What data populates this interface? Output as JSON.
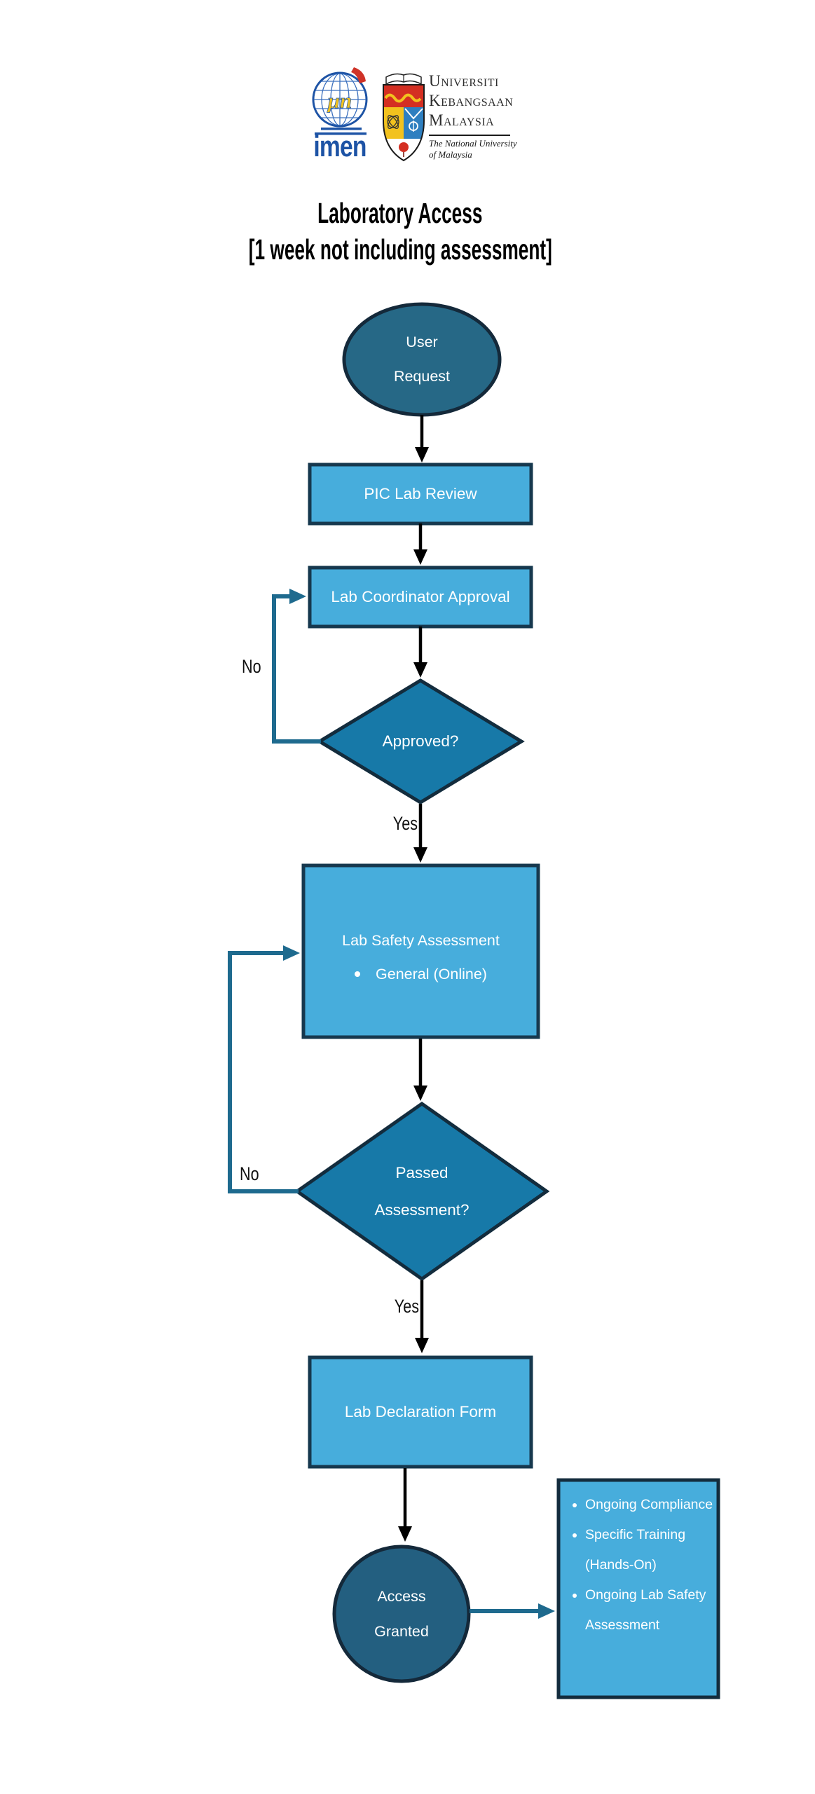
{
  "logo": {
    "imen": {
      "text": "imen",
      "symbol": "μn"
    },
    "university": {
      "line1": "Universiti",
      "line2": "Kebangsaan",
      "line3": "Malaysia",
      "tagline1": "The National University",
      "tagline2": "of Malaysia"
    }
  },
  "title": {
    "line1": "Laboratory Access",
    "line2": "[1 week not including assessment]"
  },
  "nodes": {
    "user_request": {
      "line1": "User",
      "line2": "Request"
    },
    "pic_lab_review": {
      "label": "PIC Lab Review"
    },
    "lab_coordinator_approval": {
      "label": "Lab Coordinator Approval"
    },
    "approved": {
      "label": "Approved?"
    },
    "lab_safety_assessment": {
      "title": "Lab Safety Assessment",
      "bullet": "General (Online)"
    },
    "passed_assessment": {
      "line1": "Passed",
      "line2": "Assessment?"
    },
    "lab_declaration_form": {
      "label": "Lab Declaration Form"
    },
    "access_granted": {
      "line1": "Access",
      "line2": "Granted"
    }
  },
  "edges": {
    "no1": "No",
    "yes1": "Yes",
    "no2": "No",
    "yes2": "Yes"
  },
  "side_box": {
    "items": [
      "Ongoing Compliance",
      "Specific Training (Hands-On)",
      "Ongoing Lab Safety Assessment"
    ]
  },
  "colors": {
    "process_fill": "#47ADDC",
    "process_border": "#16384E",
    "decision_fill": "#1779A8",
    "terminal_fill": "#266886",
    "terminal_border": "#14293A",
    "connector_black": "#000000",
    "connector_teal": "#1E6A8E",
    "imen_blue": "#1D53A5",
    "crest_red": "#D42F22",
    "crest_yellow": "#F2C21E",
    "crest_blue": "#2E7FC0"
  }
}
